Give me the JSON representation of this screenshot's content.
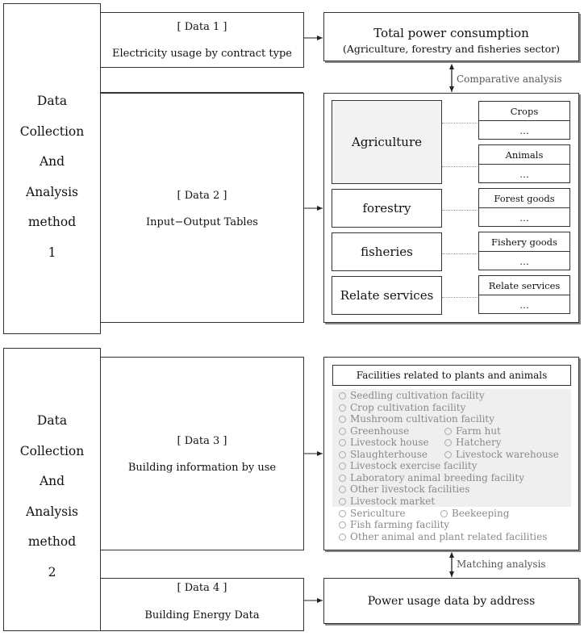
{
  "method1": {
    "lines": [
      "Data",
      "Collection",
      "And",
      "Analysis",
      "method",
      "1"
    ]
  },
  "method2": {
    "lines": [
      "Data",
      "Collection",
      "And",
      "Analysis",
      "method",
      "2"
    ]
  },
  "data1": {
    "tag": "[ Data 1 ]",
    "title": "Electricity usage by contract type"
  },
  "data2": {
    "tag": "[ Data 2 ]",
    "title": "Input−Output Tables"
  },
  "data3": {
    "tag": "[ Data 3 ]",
    "title": "Building information by use"
  },
  "data4": {
    "tag": "[ Data 4 ]",
    "title": "Building Energy Data"
  },
  "total": {
    "line1": "Total power consumption",
    "line2": "(Agriculture, forestry and fisheries sector)"
  },
  "comparative_label": "Comparative analysis",
  "matching_label": "Matching analysis",
  "sectors": [
    {
      "name": "Agriculture",
      "subs": [
        {
          "label": "Crops",
          "more": "…"
        },
        {
          "label": "Animals",
          "more": "…"
        }
      ]
    },
    {
      "name": "forestry",
      "subs": [
        {
          "label": "Forest goods",
          "more": "…"
        }
      ]
    },
    {
      "name": "fisheries",
      "subs": [
        {
          "label": "Fishery goods",
          "more": "…"
        }
      ]
    },
    {
      "name": "Relate services",
      "subs": [
        {
          "label": "Relate services",
          "more": "…"
        }
      ]
    }
  ],
  "facilities": {
    "header": "Facilities related to plants and animals",
    "items": [
      "Seedling cultivation facility",
      "Crop cultivation facility",
      "Mushroom cultivation facility",
      "Greenhouse",
      "Farm hut",
      "Livestock house",
      "Hatchery",
      "Slaughterhouse",
      "Livestock warehouse",
      "Livestock exercise facility",
      "Laboratory animal breeding facility",
      "Other livestock facilities",
      "Livestock market",
      "Sericulture",
      "Beekeeping",
      "Fish farming facility",
      "Other animal and plant related facilities"
    ]
  },
  "power_by_address": "Power usage data by address"
}
